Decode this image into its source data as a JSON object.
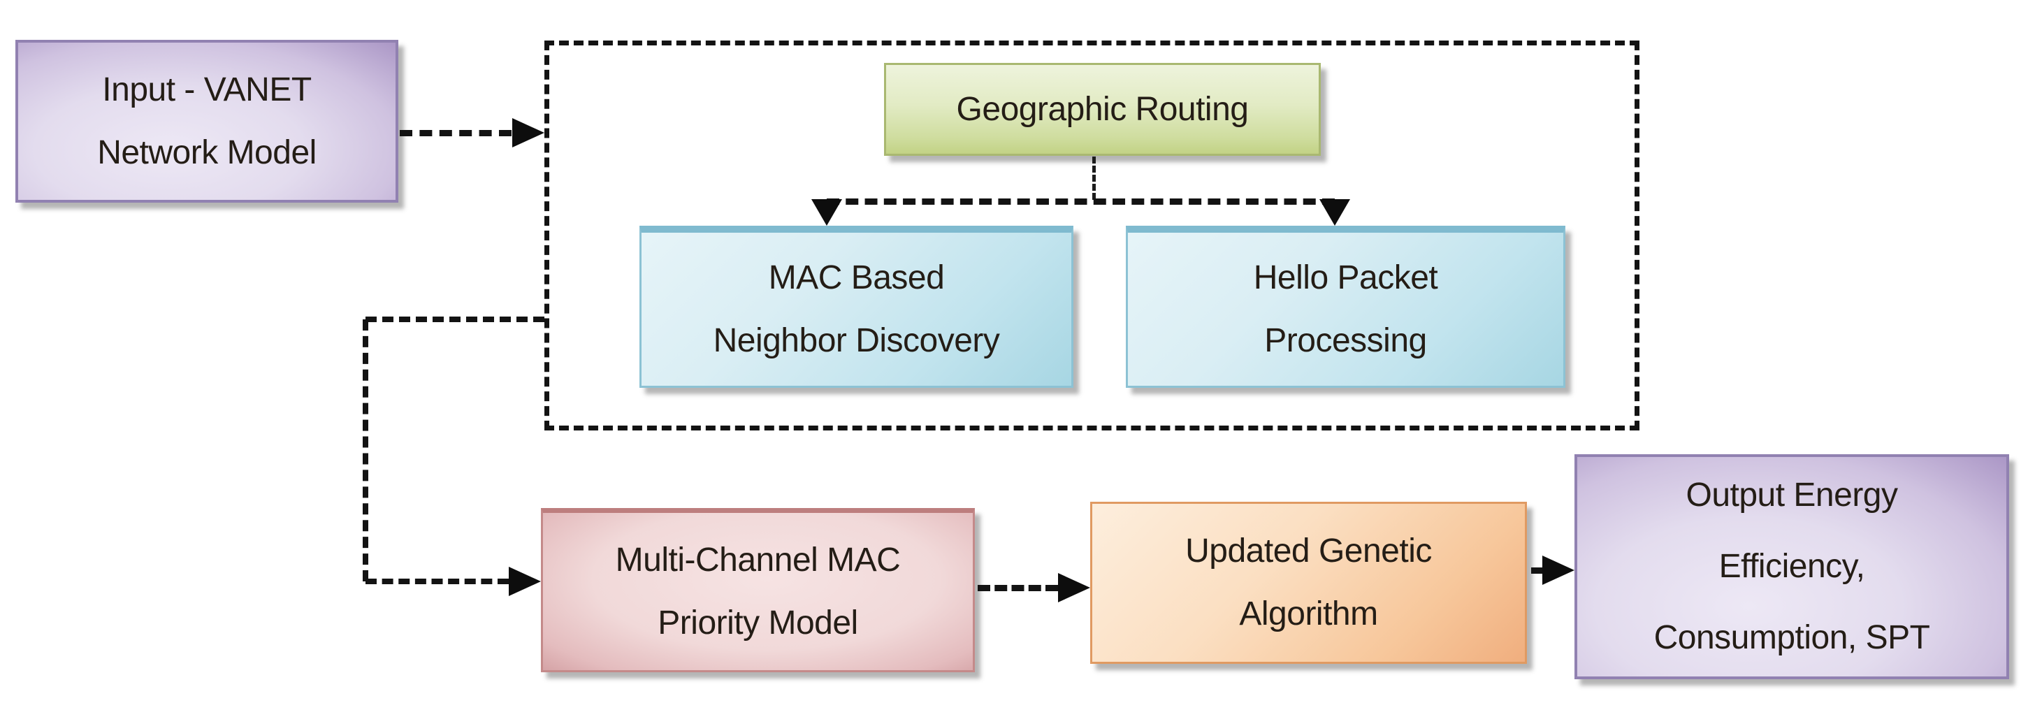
{
  "diagram": {
    "title": "VANET energy-efficiency routing framework flowchart",
    "background": "#ffffff",
    "colors": {
      "line": "#131313",
      "purple_fill_light": "#ede8f5",
      "purple_fill_dark": "#ab97c6",
      "purple_border": "#9181b1",
      "green_fill_light": "#eef3dc",
      "green_fill_dark": "#c2d285",
      "green_border": "#a9b871",
      "blue_fill_light": "#e6f4f8",
      "blue_fill_dark": "#a7d6e3",
      "blue_border": "#8cc2d4",
      "red_fill_light": "#f6e3e3",
      "red_fill_dark": "#d5a3a6",
      "red_border": "#c48a8a",
      "orange_fill_light": "#fdeedd",
      "orange_fill_dark": "#f0ae7e",
      "orange_border": "#e09a62"
    },
    "nodes": {
      "input": {
        "lines": [
          "Input - VANET",
          "Network Model"
        ]
      },
      "geo": {
        "lines": [
          "Geographic Routing"
        ]
      },
      "mac": {
        "lines": [
          "MAC Based",
          "Neighbor Discovery"
        ]
      },
      "hello": {
        "lines": [
          "Hello Packet",
          "Processing"
        ]
      },
      "mcmac": {
        "lines": [
          "Multi-Channel MAC",
          "Priority Model"
        ]
      },
      "uga": {
        "lines": [
          "Updated Genetic",
          "Algorithm"
        ]
      },
      "output": {
        "lines": [
          "Output Energy",
          "Efficiency,",
          "Consumption, SPT"
        ]
      }
    },
    "edges": [
      {
        "from": "input",
        "to": "routing-group",
        "style": "dashed-arrow"
      },
      {
        "from": "geo",
        "to": "mac",
        "style": "dashed-arrow"
      },
      {
        "from": "geo",
        "to": "hello",
        "style": "dashed-arrow"
      },
      {
        "from": "routing-group",
        "to": "mcmac",
        "style": "dashed-arrow"
      },
      {
        "from": "mcmac",
        "to": "uga",
        "style": "dashed-arrow"
      },
      {
        "from": "uga",
        "to": "output",
        "style": "dashed-arrow"
      }
    ]
  }
}
